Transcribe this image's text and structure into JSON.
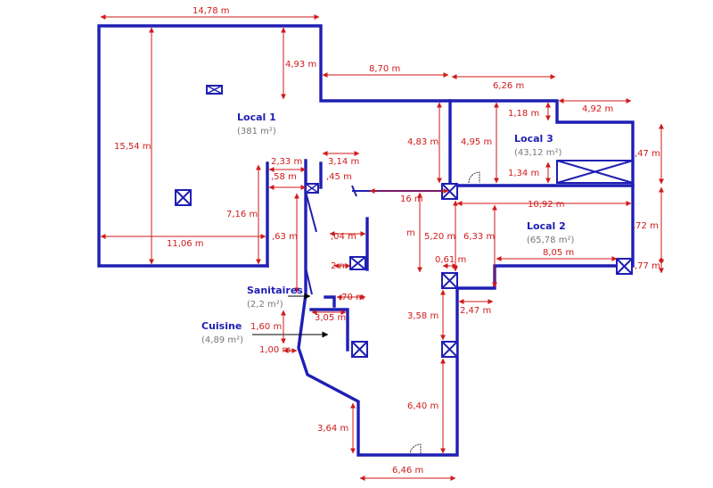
{
  "rooms": {
    "local1": {
      "name": "Local 1",
      "area": "(381 m²)"
    },
    "local2": {
      "name": "Local 2",
      "area": "(65,78 m²)"
    },
    "local3": {
      "name": "Local 3",
      "area": "(43,12 m²)"
    },
    "sanitaires": {
      "name": "Sanitaires",
      "area": "(2,2 m²)"
    },
    "cuisine": {
      "name": "Cuisine",
      "area": "(4,89 m²)"
    }
  },
  "dims": {
    "d1": "14,78 m",
    "d2": "4,93 m",
    "d3": "8,70 m",
    "d4": "6,26 m",
    "d5": "4,92 m",
    "d6": "1,18 m",
    "d7": "4,83 m",
    "d8": "4,95 m",
    "d9": "1,34 m",
    "d10": "15,54 m",
    "d11": ",47 m",
    "d12": "2,33 m",
    "d13": "3,14 m",
    "d14": ",58 m",
    "d15": ",45 m",
    "d16": "16 m",
    "d17": "10,92 m",
    "d18": "7,16 m",
    "d19": "11,06 m",
    "d20": ",63 m",
    "d21": ",04 m",
    "d22": "m",
    "d23": "5,20 m",
    "d24": "6,33 m",
    "d25": ",72 m",
    "d26": "0,61 m",
    "d27": "8,05 m",
    "d28": ",77 m",
    "d29": "2 m",
    "d30": ",70 m",
    "d31": "3,05 m",
    "d32": "3,58 m",
    "d33": "2,47 m",
    "d34": "1,60 m",
    "d35": "1,00 m",
    "d36": "6,40 m",
    "d37": "3,64 m",
    "d38": "6,46 m"
  }
}
